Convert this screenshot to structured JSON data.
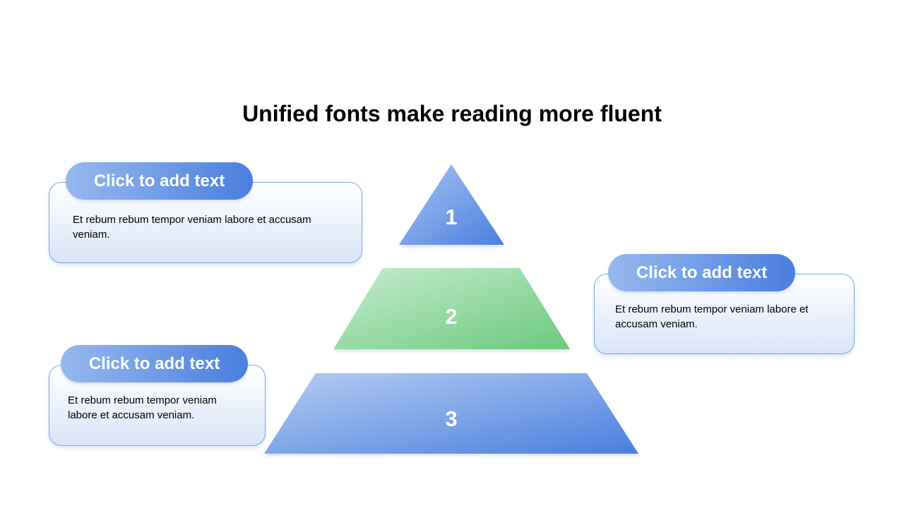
{
  "title": "Unified fonts make reading more fluent",
  "pyramid": {
    "tiers": [
      {
        "label": "1",
        "color_light": "#a9c4f0",
        "color_dark": "#4a7fdf"
      },
      {
        "label": "2",
        "color_light": "#c5ebcd",
        "color_dark": "#6cc97e"
      },
      {
        "label": "3",
        "color_light": "#b6cdf2",
        "color_dark": "#4a7fdf"
      }
    ]
  },
  "cards": [
    {
      "heading": "Click to add text",
      "body": "Et rebum rebum tempor veniam labore et accusam veniam."
    },
    {
      "heading": "Click to add text",
      "body": "Et rebum rebum tempor veniam labore et accusam veniam."
    },
    {
      "heading": "Click to add text",
      "body": "Et rebum rebum tempor veniam labore et accusam veniam."
    }
  ]
}
